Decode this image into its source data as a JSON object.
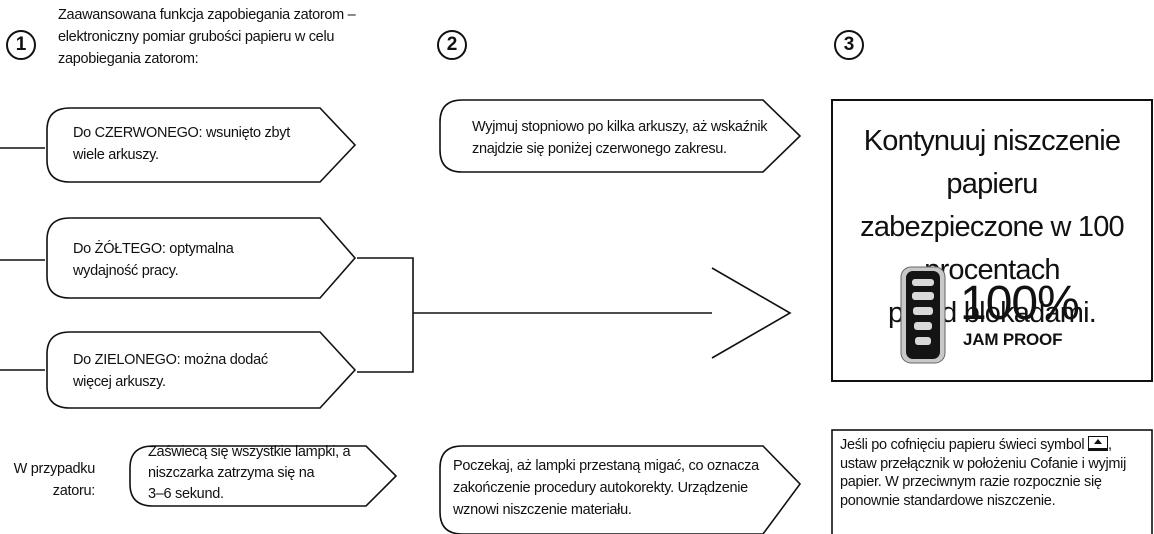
{
  "steps": {
    "one": "1",
    "two": "2",
    "three": "3"
  },
  "intro": [
    "Zaawansowana funkcja zapobiegania zatorom –",
    "elektroniczny pomiar grubości papieru w celu",
    "zapobiegania zatorom:"
  ],
  "levels": {
    "red": [
      "Do CZERWONEGO: wsunięto zbyt",
      "wiele arkuszy."
    ],
    "yellow": [
      "Do ŻÓŁTEGO: optymalna",
      "wydajność pracy."
    ],
    "green": [
      "Do ZIELONEGO: można dodać",
      "więcej arkuszy."
    ]
  },
  "remove_sheets": [
    "Wyjmuj stopniowo po kilka arkuszy, aż wskaźnik",
    "znajdzie się poniżej czerwonego zakresu."
  ],
  "result": {
    "lines": [
      "Kontynuuj niszczenie papieru",
      "zabezpieczone w 100 procentach",
      "przed blokadami."
    ],
    "percent": "100%",
    "badge": "JAM PROOF"
  },
  "jam": {
    "label": [
      "W przypadku",
      "zatoru:"
    ],
    "event": [
      "Zaświecą się wszystkie lampki, a",
      "niszczarka zatrzyma się na",
      "3–6 sekund."
    ],
    "wait": [
      "Poczekaj, aż lampki przestaną migać, co oznacza",
      "zakończenie procedury autokorekty. Urządzenie",
      "wznowi niszczenie materiału."
    ],
    "note": {
      "before_symbol": "Jeśli po cofnięciu papieru świeci symbol",
      "after_symbol": ",",
      "rest": [
        "ustaw przełącznik w położeniu Cofanie i wyjmij",
        "papier. W przeciwnym razie rozpocznie się",
        "ponownie standardowe niszczenie."
      ]
    }
  }
}
